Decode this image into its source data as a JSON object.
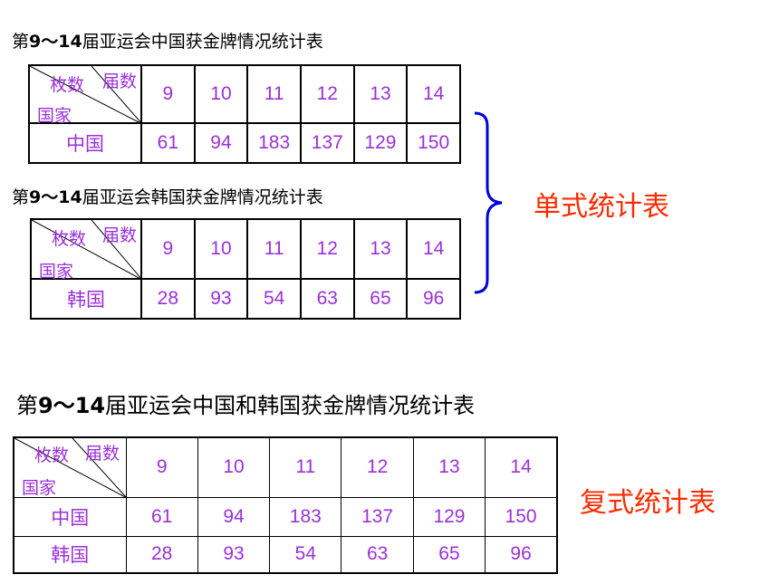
{
  "titles": {
    "china_table": [
      "第",
      "9～14",
      "届亚运会中国获金牌情况统计表"
    ],
    "korea_table": [
      "第",
      "9～14",
      "届亚运会韩国获金牌情况统计表"
    ],
    "combined_table": [
      "第",
      "9～14",
      "届亚运会中国和韩国获金牌情况统计表"
    ]
  },
  "header": {
    "corner_top": "届数",
    "corner_mid": "枚数",
    "corner_left": "国家",
    "sessions": [
      "9",
      "10",
      "11",
      "12",
      "13",
      "14"
    ]
  },
  "rows": {
    "china": {
      "name": "中国",
      "values": [
        "61",
        "94",
        "183",
        "137",
        "129",
        "150"
      ]
    },
    "korea": {
      "name": "韩国",
      "values": [
        "28",
        "93",
        "54",
        "63",
        "65",
        "96"
      ]
    }
  },
  "labels": {
    "single": "单式统计表",
    "compound": "复式统计表"
  },
  "colors": {
    "cell_text": "#9b30d9",
    "label_red": "#ff2a00",
    "brace_blue": "#0000dd"
  }
}
